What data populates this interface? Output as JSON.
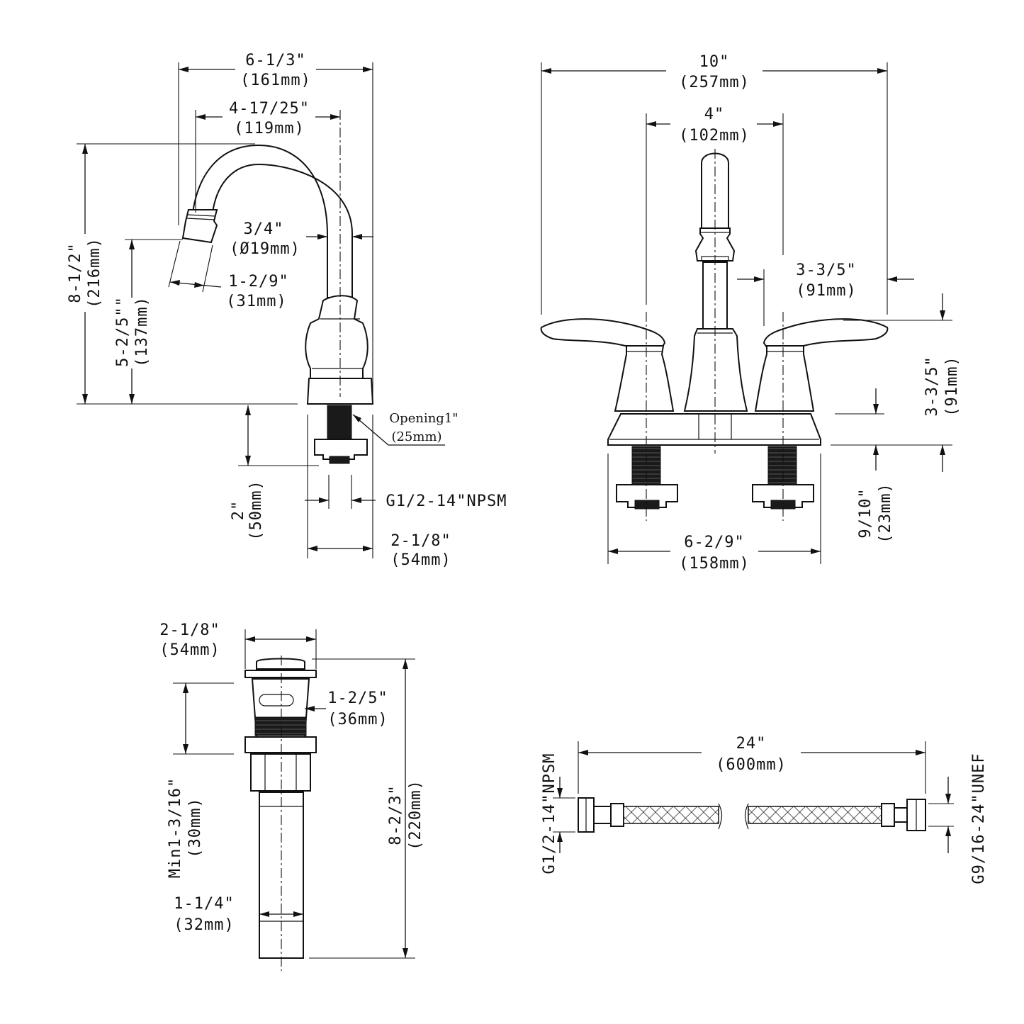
{
  "colors": {
    "line": "#111111",
    "background": "#ffffff"
  },
  "side_view": {
    "overall_width": "6-1/3\"",
    "overall_width_mm": "(161mm)",
    "spout_reach": "4-17/25\"",
    "spout_reach_mm": "(119mm)",
    "overall_height": "8-1/2\"",
    "overall_height_mm": "(216mm)",
    "spout_height": "5-2/5\"\"",
    "spout_height_mm": "(137mm)",
    "spout_diameter": "3/4\"",
    "spout_diameter_mm": "(Ø19mm)",
    "aerator": "1-2/9\"",
    "aerator_mm": "(31mm)",
    "opening": "Opening1\"",
    "opening_mm": "(25mm)",
    "shank_length": "2\"",
    "shank_length_mm": "(50mm)",
    "thread": "G1/2-14\"NPSM",
    "base_width": "2-1/8\"",
    "base_width_mm": "(54mm)"
  },
  "front_view": {
    "overall_width": "10\"",
    "overall_width_mm": "(257mm)",
    "center": "4\"",
    "center_mm": "(102mm)",
    "handle": "3-3/5\"",
    "handle_mm": "(91mm)",
    "handle_height": "3-3/5\"",
    "handle_height_mm": "(91mm)",
    "deck_height": "9/10\"",
    "deck_height_mm": "(23mm)",
    "base_width": "6-2/9\"",
    "base_width_mm": "(158mm)"
  },
  "drain": {
    "cap_width": "2-1/8\"",
    "cap_width_mm": "(54mm)",
    "body_width": "1-2/5\"",
    "body_width_mm": "(36mm)",
    "min_thickness": "Min1-3/16\"",
    "min_thickness_mm": "(30mm)",
    "overall_length": "8-2/3\"",
    "overall_length_mm": "(220mm)",
    "tail_diameter": "1-1/4\"",
    "tail_diameter_mm": "(32mm)"
  },
  "hose": {
    "length": "24\"",
    "length_mm": "(600mm)",
    "left_thread": "G1/2-14\"NPSM",
    "right_thread": "G9/16-24\"UNEF"
  }
}
